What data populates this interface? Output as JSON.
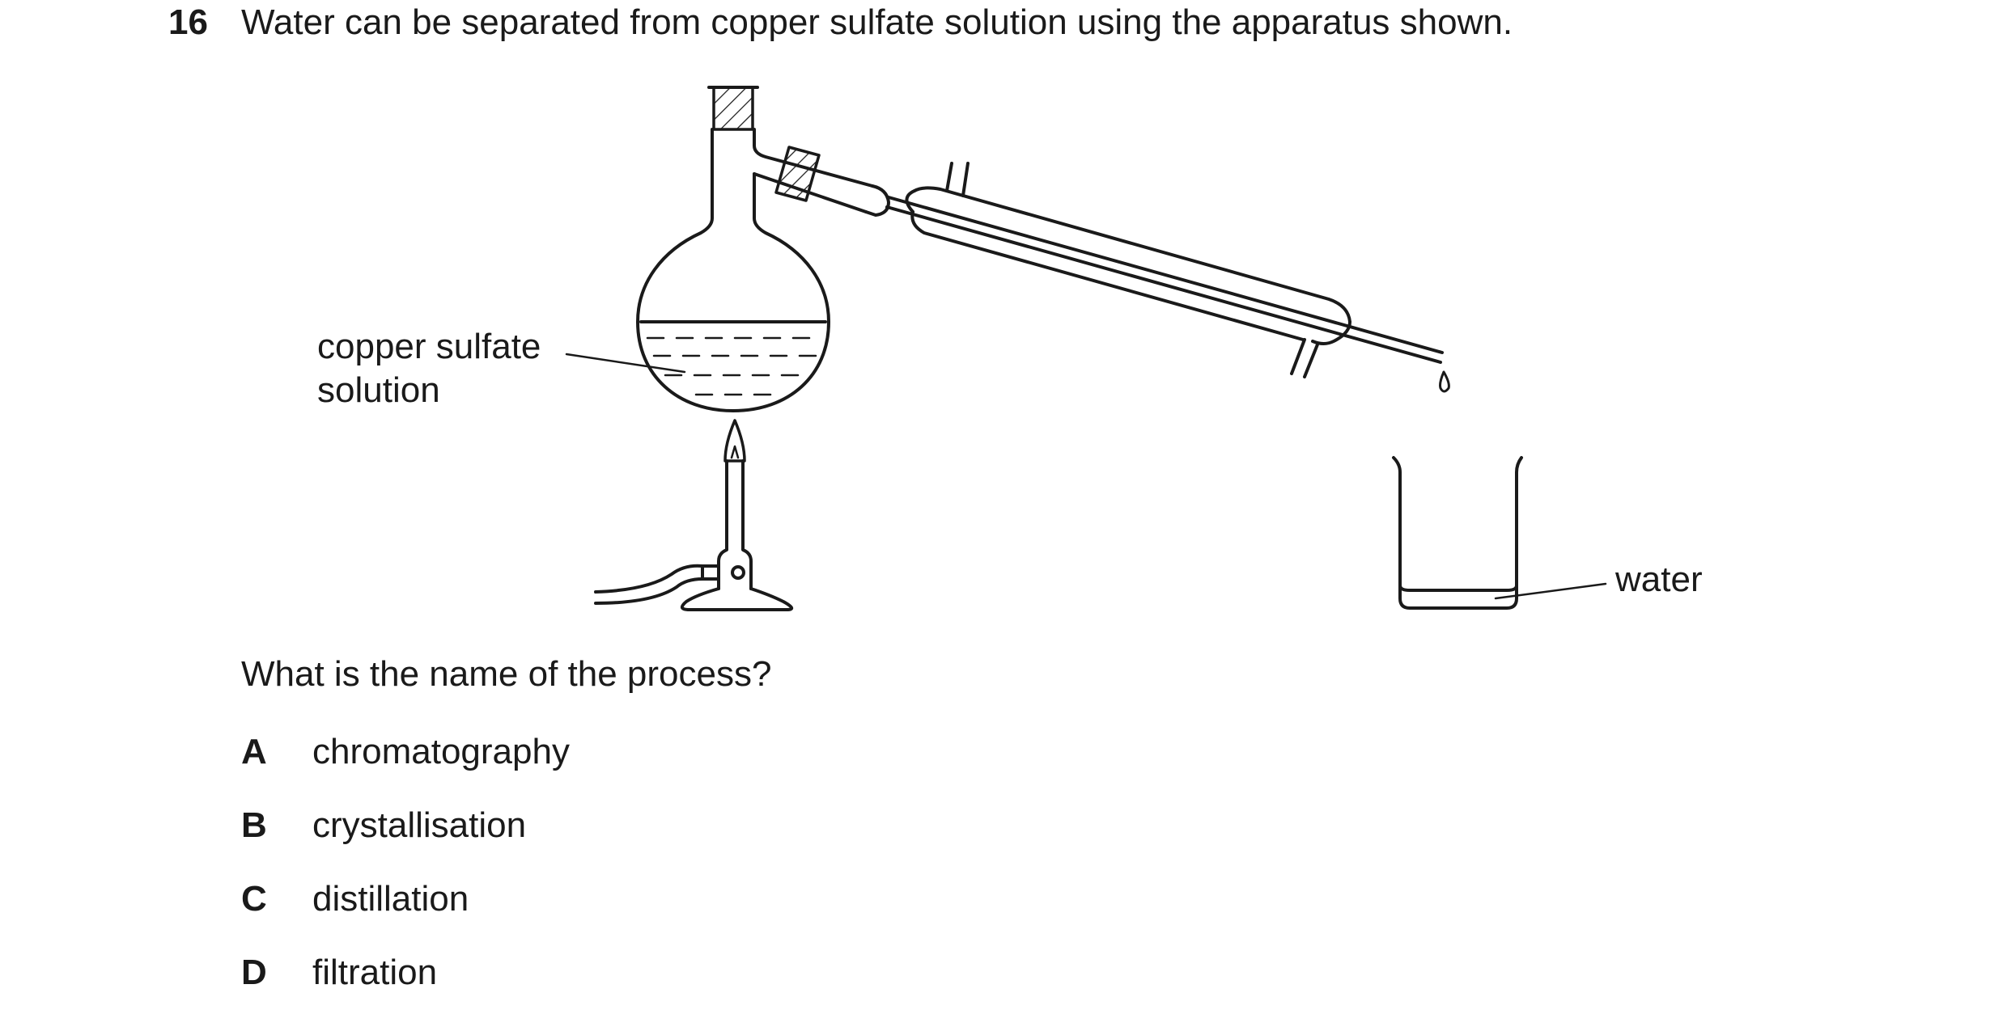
{
  "question": {
    "number": "16",
    "stem": "Water can be separated from copper sulfate solution using the apparatus shown.",
    "prompt": "What is the name of the process?"
  },
  "diagram": {
    "labels": {
      "solution": "copper sulfate solution",
      "collected": "water"
    }
  },
  "options": [
    {
      "letter": "A",
      "text": "chromatography"
    },
    {
      "letter": "B",
      "text": "crystallisation"
    },
    {
      "letter": "C",
      "text": "distillation"
    },
    {
      "letter": "D",
      "text": "filtration"
    }
  ]
}
